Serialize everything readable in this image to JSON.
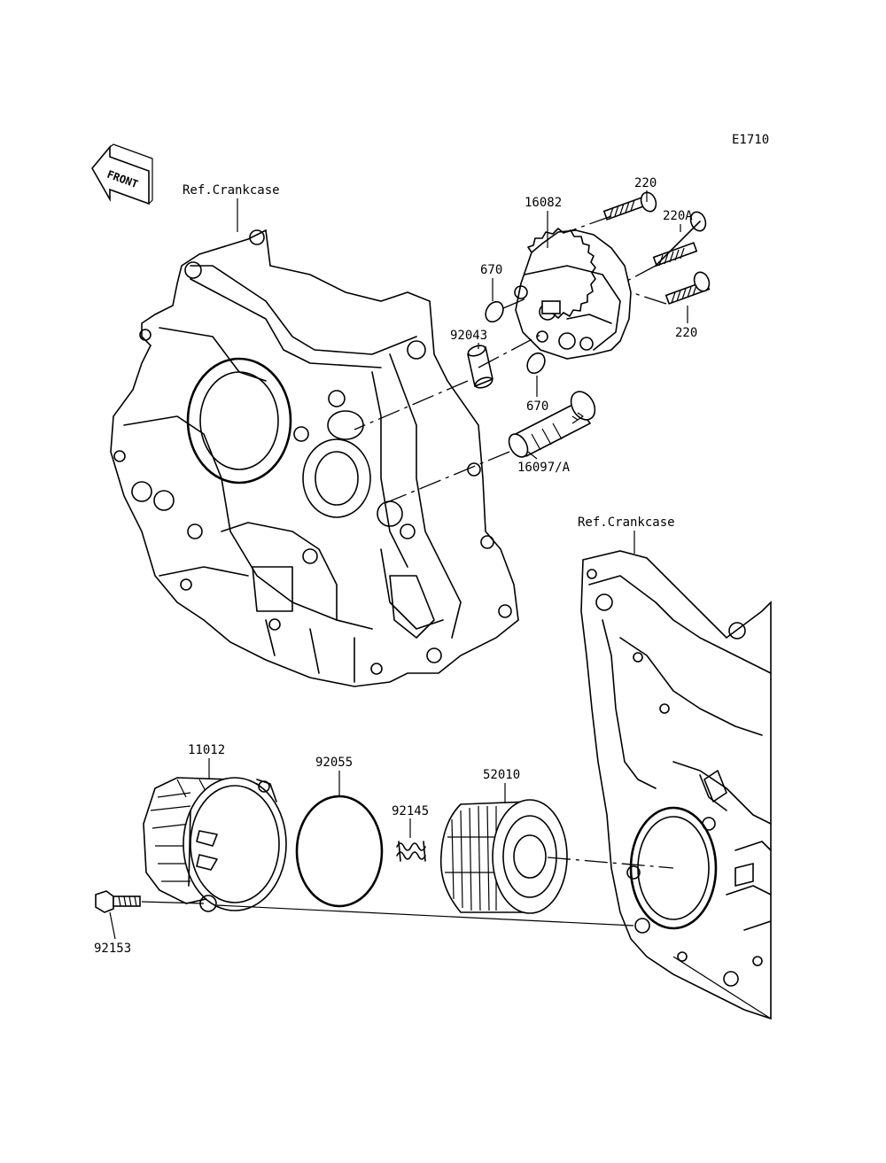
{
  "diagram": {
    "code": "E1710",
    "front_arrow_label": "FRONT",
    "ref_labels": {
      "crankcase_left": "Ref.Crankcase",
      "crankcase_right": "Ref.Crankcase"
    },
    "part_numbers": {
      "oil_pump": "16082",
      "bolt_top": "220",
      "bolt_middle": "220A",
      "bolt_bottom": "220",
      "oring_upper": "670",
      "oring_lower": "670",
      "dowel_pin": "92043",
      "strainer": "16097/A",
      "filter_cover": "11012",
      "filter_cover_oring": "92055",
      "spring": "92145",
      "oil_filter": "52010",
      "cover_bolt": "92153"
    }
  }
}
